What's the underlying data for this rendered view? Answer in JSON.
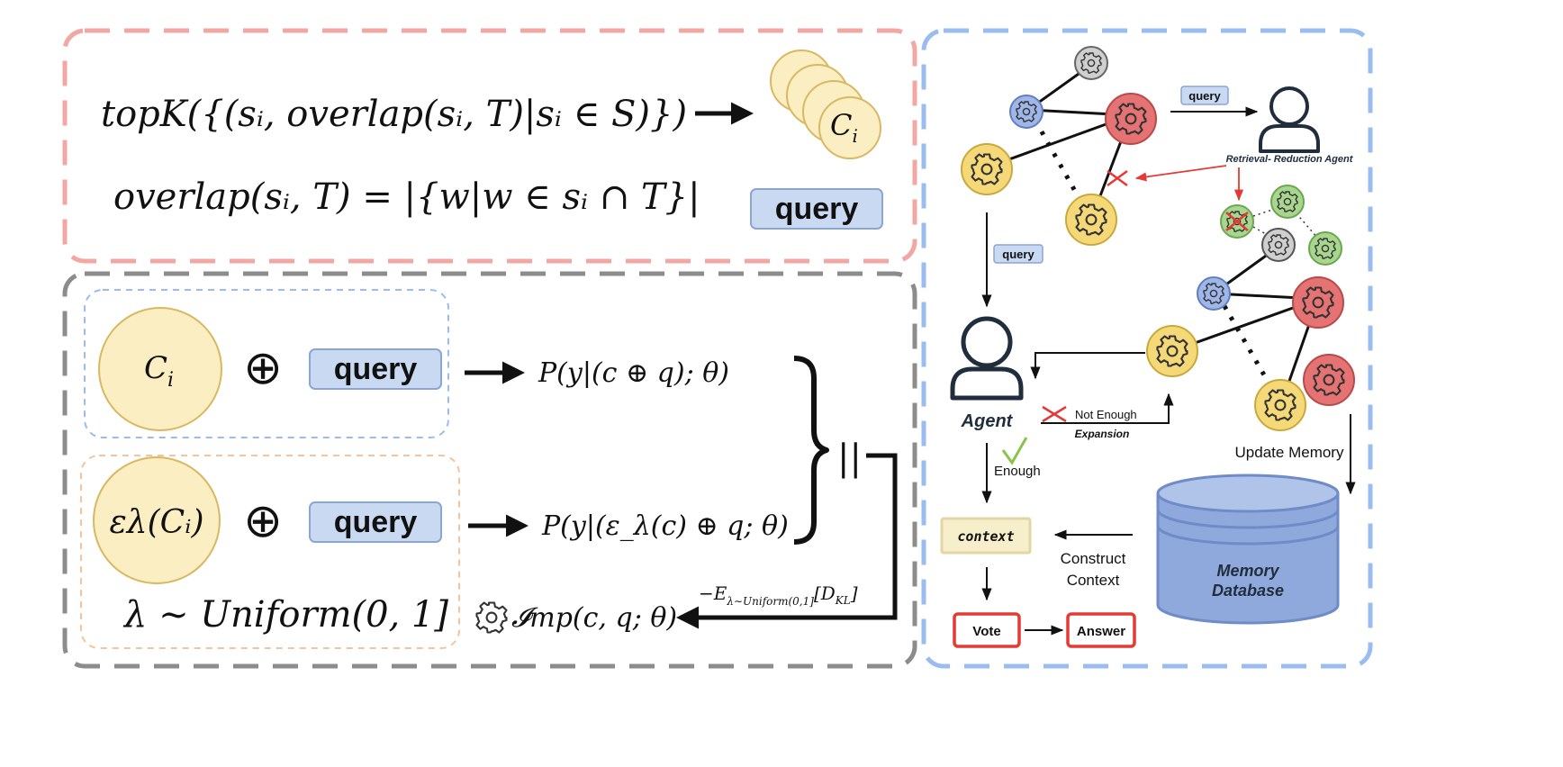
{
  "formulas": {
    "topk": "topK({(sᵢ, overlap(sᵢ, T)|sᵢ ∈ S)})",
    "overlap": "overlap(sᵢ, T) = |{w|w ∈ sᵢ ∩ T}|",
    "p_clean": "P(y|(c ⊕ q); θ)",
    "p_perturbed": "P(y|(ε_λ(c) ⊕ q; θ)",
    "lambda_dist": "λ ∼ Uniform(0, 1]",
    "neg_expectation": "−E",
    "neg_expectation_sub": "λ∼Uniform(0,1]",
    "neg_expectation_arg": "[D",
    "neg_expectation_arg_sub": "KL",
    "neg_expectation_close": "]",
    "importance": "𝓘mp(c, q; θ)",
    "parallel": "||",
    "oplus": "⊕"
  },
  "chunks": {
    "chunk_symbol": "C",
    "chunk_sub": "i",
    "perturbed_chunk": "ελ(Cᵢ)"
  },
  "badges": {
    "query": "query"
  },
  "right_panel": {
    "edge_query_label": "query",
    "retrieval_agent_label": "Retrieval- Reduction Agent",
    "down_query_label": "query",
    "agent_label": "Agent",
    "not_enough_label": "Not Enough",
    "expansion_label": "Expansion",
    "enough_label": "Enough",
    "update_memory_label": "Update Memory",
    "context_label": "context",
    "construct_context_line1": "Construct",
    "construct_context_line2": "Context",
    "memory_db_line1": "Memory",
    "memory_db_line2": "Database",
    "vote_label": "Vote",
    "answer_label": "Answer"
  },
  "colors": {
    "pink_border": "#f2a7a3",
    "gray_border": "#8c8c8c",
    "blue_border": "#9bbcf0",
    "orange_border": "#f5c49a",
    "chunk_fill": "#fbeec2",
    "chunk_stroke": "#d9b861",
    "badge_fill": "#c9d9f2",
    "badge_stroke": "#8aa6d6",
    "node_yellow": "#f5d978",
    "node_red": "#e57373",
    "node_blue": "#9fb6e8",
    "node_gray": "#cfcfcf",
    "node_green": "#a8d68f",
    "accent_red": "#e53935",
    "db_fill": "#8fa9dc"
  }
}
